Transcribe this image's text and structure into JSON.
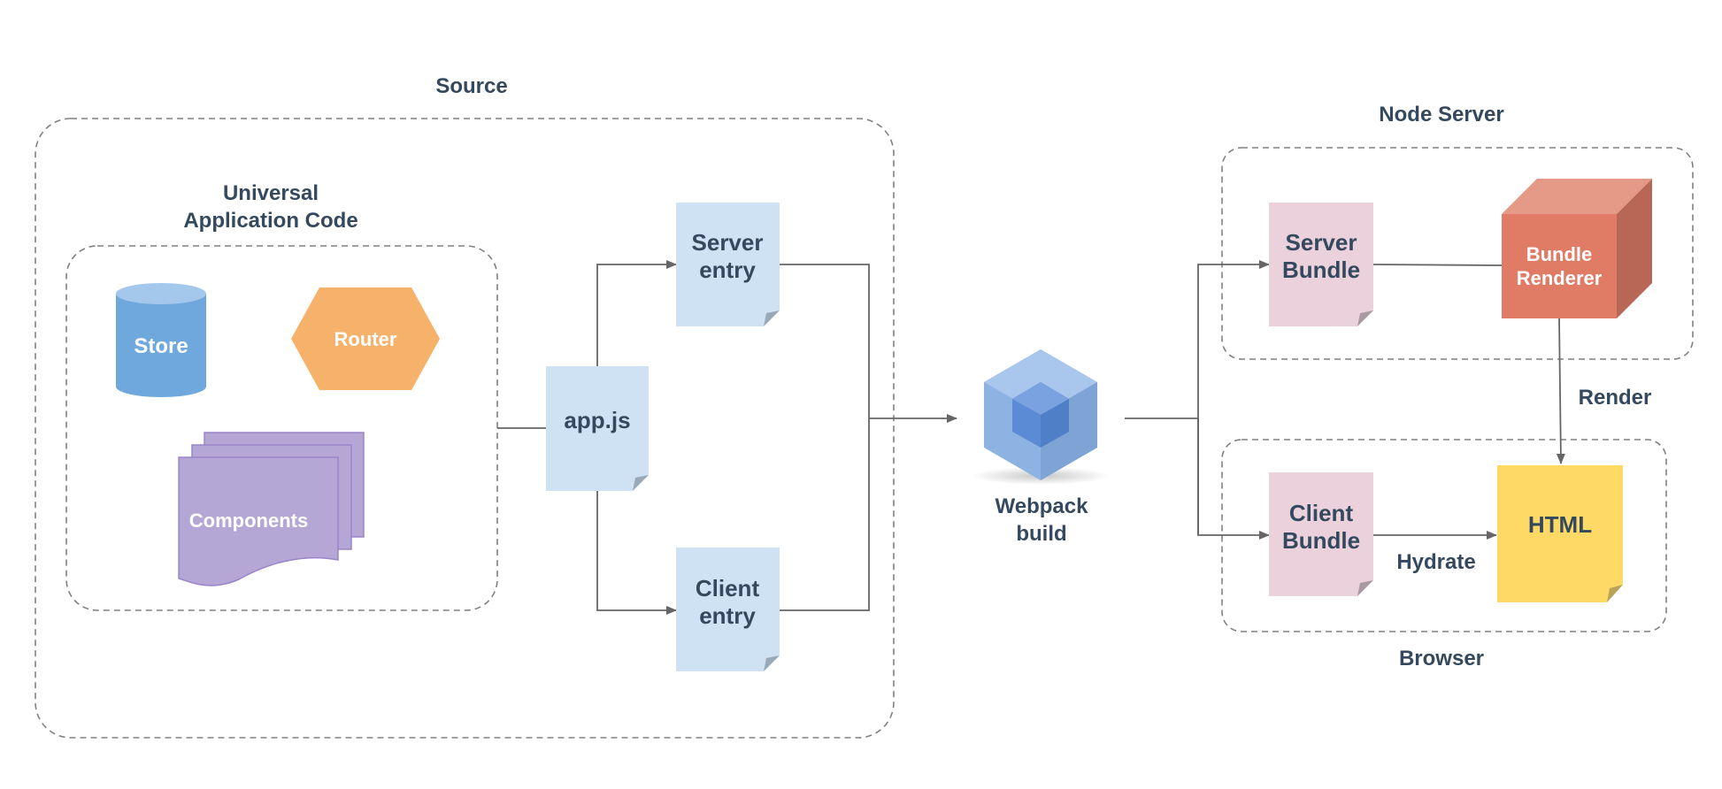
{
  "regions": {
    "source": "Source",
    "universal_line1": "Universal",
    "universal_line2": "Application Code",
    "node_server": "Node Server",
    "browser": "Browser"
  },
  "nodes": {
    "store": "Store",
    "router": "Router",
    "components": "Components",
    "app_js": "app.js",
    "server_entry_line1": "Server",
    "server_entry_line2": "entry",
    "client_entry_line1": "Client",
    "client_entry_line2": "entry",
    "webpack_line1": "Webpack",
    "webpack_line2": "build",
    "server_bundle_line1": "Server",
    "server_bundle_line2": "Bundle",
    "bundle_renderer_line1": "Bundle",
    "bundle_renderer_line2": "Renderer",
    "client_bundle_line1": "Client",
    "client_bundle_line2": "Bundle",
    "html": "HTML"
  },
  "edges": {
    "render": "Render",
    "hydrate": "Hydrate"
  },
  "colors": {
    "text": "#34495e",
    "store": "#6fa8dc",
    "router": "#f6b26b",
    "components": "#b4a7d6",
    "entry_doc": "#cfe2f3",
    "bundle_doc": "#ead1dc",
    "renderer": "#e07c66",
    "html_doc": "#ffd966",
    "webpack": "#8db3e2"
  }
}
